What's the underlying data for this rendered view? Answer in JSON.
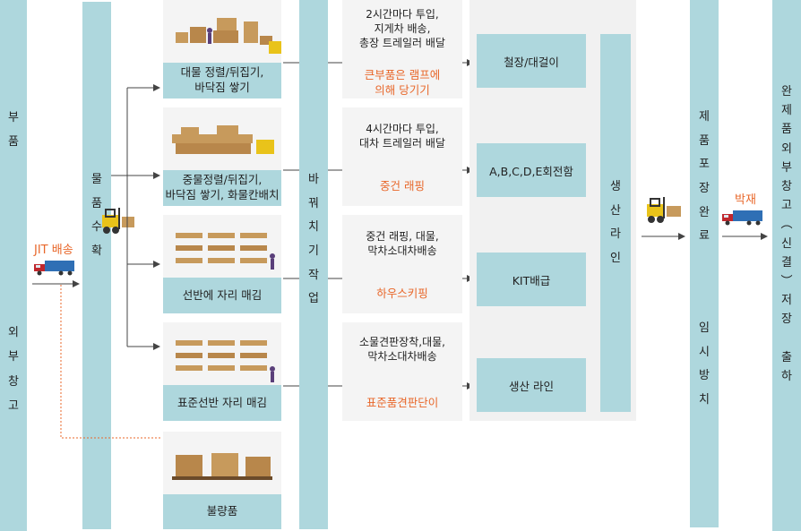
{
  "left": {
    "top_label": "부\n품",
    "bottom_label": "외\n부\n창\n고"
  },
  "jit_label": "JIT 배송",
  "receiving_label": "물\n품\n수\n확",
  "receiving_boxes": [
    {
      "label": "대물 정렬/뒤집기,\n바닥짐 쌓기"
    },
    {
      "label": "중물정렬/뒤집기,\n바닥짐 쌓기,  화물칸배치"
    },
    {
      "label": "선반에 자리 매김"
    },
    {
      "label": "표준선반 자리 매김"
    },
    {
      "label": "불량품"
    }
  ],
  "transfer_label": "바\n꿔\n치\n기\n작\n업",
  "notes": [
    {
      "text": "2시간마다 투입,\n지게차 배송,\n총장 트레일러 배달",
      "orange": "큰부품은 램프에\n의해 당기기"
    },
    {
      "text": "4시간마다 투입,\n대차 트레일러 배달",
      "orange": "중건 래핑"
    },
    {
      "text": "중건 래핑, 대물,\n막차소대차배송",
      "orange": "하우스키핑"
    },
    {
      "text": "소물견판장착,대물,\n막차소대차배송",
      "orange": "표준품견판단이"
    }
  ],
  "process_boxes": [
    "철장/대걸이",
    "A,B,C,D,E회전함",
    "KIT배급",
    "생산 라인"
  ],
  "production_line_label": "생\n산\n라\n인",
  "product_bar": {
    "top": "제\n품\n포\n장\n완\n료",
    "bottom": "임\n시\n방\n치"
  },
  "loading_label": "박재",
  "right_bar": "완\n제\n품\n외\n부\n창\n고\n︵\n신\n결\n︶\n저\n장\n\n출\n하",
  "colors": {
    "bar": "#aed7dd",
    "accent": "#e8672a",
    "box": "#f4f4f4"
  }
}
